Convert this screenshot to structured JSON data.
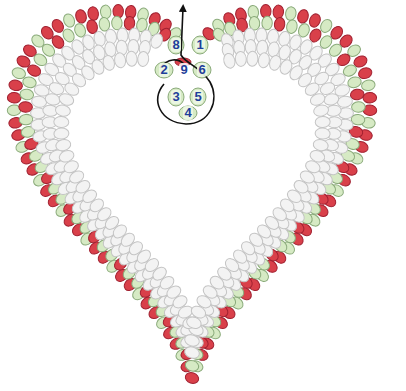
{
  "diagram": {
    "labels": [
      "8",
      "1",
      "2",
      "9",
      "6",
      "3",
      "5",
      "4"
    ]
  }
}
